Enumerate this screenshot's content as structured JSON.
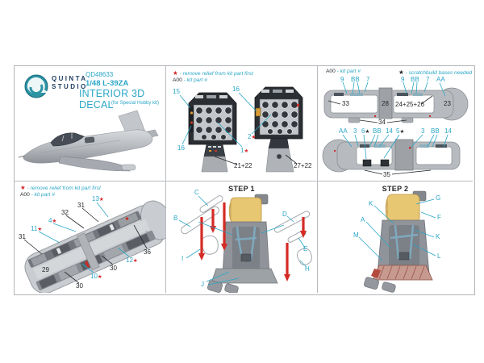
{
  "colors": {
    "cyan": "#2aa6c6",
    "red": "#d7282d",
    "black": "#26282c",
    "yellow": "#e8c773"
  },
  "glyphs": {
    "star": "★"
  },
  "header": {
    "brand_top": "QUINTA",
    "brand_bottom": "STUDIO",
    "product_code": "QD48633",
    "scale_kit": "1/48 L-39ZA",
    "title": "INTERIOR 3D DECAL",
    "subtitle": "(for Special Hobby kit)"
  },
  "legend": {
    "remove_relief": "- remove relief from kit part first",
    "kit_code": "A00",
    "kit_part": "- kit part #",
    "scratchbuild": "- scratchbuild bases needed"
  },
  "panels": {
    "left": {
      "n15": "15",
      "n16": "16",
      "n1": "1",
      "pedestal": "21+22"
    },
    "right": {
      "n16": "16",
      "n2": "2",
      "pedestal": "27+22"
    }
  },
  "sills": {
    "top_nums": [
      "9",
      "BB",
      "7",
      "9",
      "BB",
      "7",
      "AA"
    ],
    "p33": "33",
    "p28": "28",
    "p24": "24+25+26",
    "p23": "23",
    "p34": "34",
    "bottom_nums": [
      "AA",
      "3",
      "6",
      "BB",
      "14",
      "5",
      "3",
      "BB",
      "14"
    ],
    "p35": "35"
  },
  "console": {
    "c13": "13",
    "p31a": "31",
    "p32": "32",
    "c4": "4",
    "c11": "11",
    "p31b": "31",
    "p29": "29",
    "p30a": "30",
    "c10": "10",
    "p30b": "30",
    "c12": "12",
    "p36": "36"
  },
  "step1": {
    "title": "STEP 1",
    "B": "B",
    "C": "C",
    "I": "I",
    "J": "J",
    "D": "D",
    "E": "E",
    "H": "H"
  },
  "step2": {
    "title": "STEP 2",
    "K1": "K",
    "G": "G",
    "F": "F",
    "A": "A",
    "K2": "K",
    "M": "M",
    "L": "L"
  }
}
